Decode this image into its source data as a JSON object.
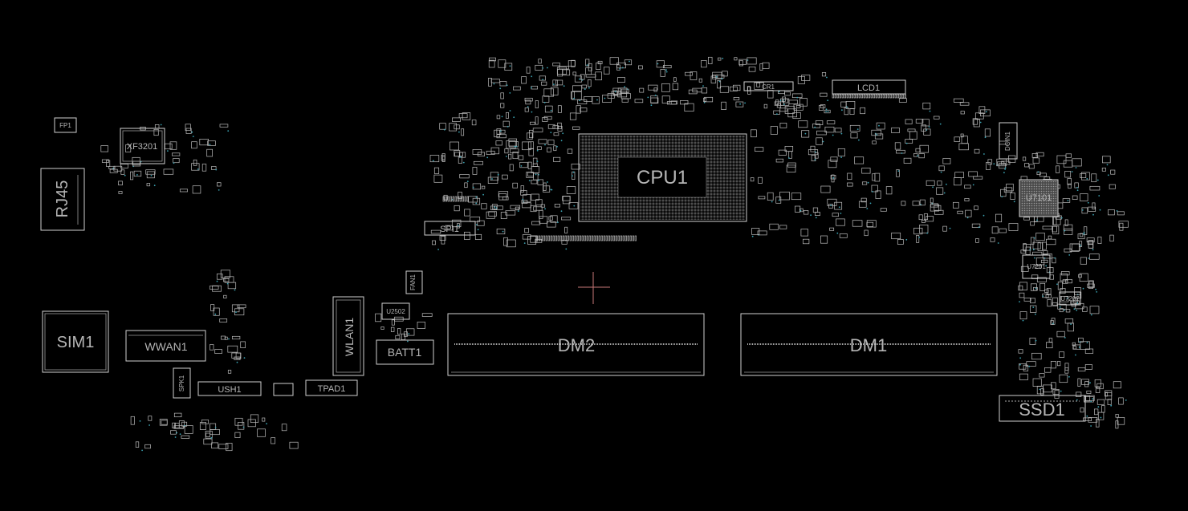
{
  "board": {
    "background": "#000000",
    "outline_color": "#cfcfcf",
    "label_color": "#b5b5b5",
    "via_color": "#3aa0b0",
    "cursor_color": "#c87878"
  },
  "labels": {
    "fp1": "FP1",
    "xf3201": "XF3201",
    "rj45": "RJ45",
    "sim1": "SIM1",
    "wwan1": "WWAN1",
    "spk1": "SPK1",
    "ush1": "USH1",
    "tpad1": "TPAD1",
    "wlan1": "WLAN1",
    "batt1": "BATT1",
    "u2502": "U2502",
    "fan1": "FAN1",
    "spi1": "SPI1",
    "cpu1": "CPU1",
    "cr1": "CR1",
    "lcd1": "LCD1",
    "dcin1": "DCIN1",
    "u7101": "U7101",
    "u7201": "U7201",
    "u7202": "U7202",
    "dm2": "DM2",
    "dm1": "DM1",
    "ssd1": "SSD1"
  }
}
